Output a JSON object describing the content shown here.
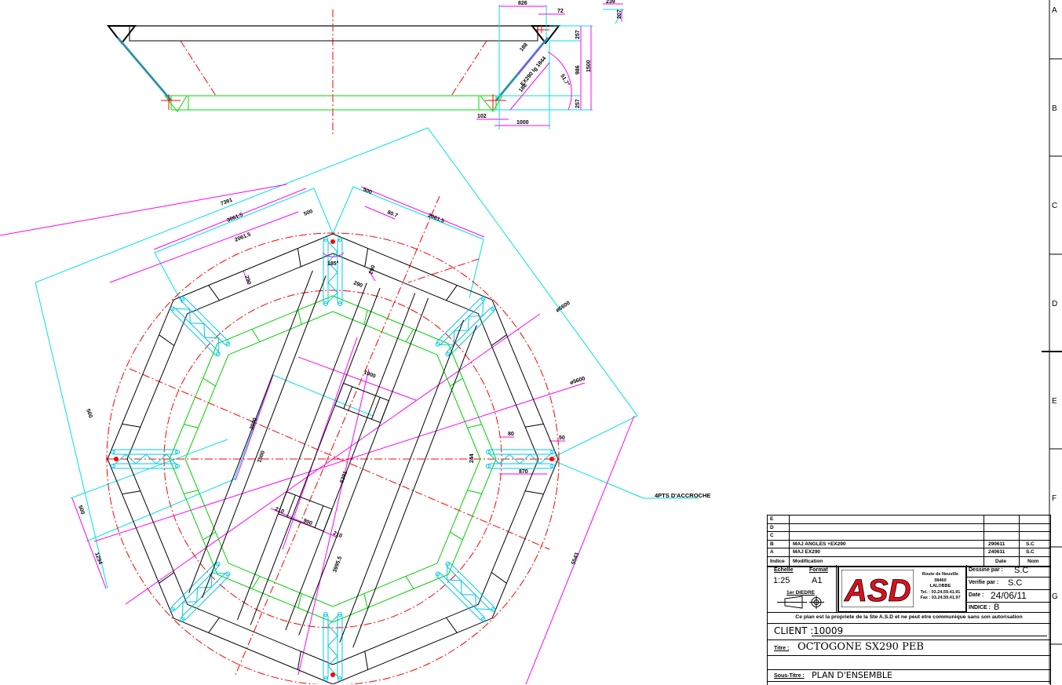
{
  "colors": {
    "structure": "#000000",
    "green_frame": "#00e000",
    "truss": "#00c8e8",
    "axis": "#ff0000",
    "dimension": "#ff00ff",
    "extension": "#00e0e8"
  },
  "border": {
    "zones": [
      "A",
      "B",
      "C",
      "D",
      "E",
      "F",
      "G"
    ]
  },
  "elevation": {
    "dims": [
      "826",
      "72",
      "239",
      "207",
      "257",
      "986",
      "1500",
      "257",
      "102",
      "1000",
      "188",
      "EX290 lg 1844",
      "188",
      "51.7°"
    ]
  },
  "plan": {
    "dims": {
      "d7391": "7391",
      "d3061": "3061.5",
      "d2061a": "2061.5",
      "d500a": "500",
      "d500b": "500",
      "d80_7": "80.7",
      "d2061b": "2061.5",
      "ang185": "185°",
      "d290a": "290",
      "d290b": "290",
      "d290c": "290",
      "dia1": "ø6600",
      "dia2": "ø5600",
      "d1900": "1900",
      "d2000": "2000",
      "d1000": "1000",
      "d6391": "6391",
      "d210a": "210",
      "d900": "900",
      "d210b": "210",
      "d80": "80",
      "d50": "50",
      "d244": "244",
      "d870": "870",
      "d500c": "500",
      "d500d": "500",
      "d1294": "1294",
      "d3995": "3995.5",
      "d5543": "5543"
    },
    "note": "4PTS D'ACCROCHE"
  },
  "title_block": {
    "revisions": [
      {
        "indice": "E",
        "modification": "",
        "date": "",
        "nom": ""
      },
      {
        "indice": "D",
        "modification": "",
        "date": "",
        "nom": ""
      },
      {
        "indice": "C",
        "modification": "",
        "date": "",
        "nom": ""
      },
      {
        "indice": "B",
        "modification": "MAJ ANGLES +EX290",
        "date": "290611",
        "nom": "S.C"
      },
      {
        "indice": "A",
        "modification": "MAJ EX290",
        "date": "240611",
        "nom": "S.C"
      }
    ],
    "headers": {
      "indice": "Indice",
      "modification": "Modification",
      "date": "Date",
      "nom": "Nom"
    },
    "echelle_label": "Echelle",
    "echelle": "1:25",
    "format_label": "Format",
    "format": "A1",
    "diedre": "1er DIEDRE",
    "logo": "ASD",
    "address": [
      "Route de Neuville",
      "08460",
      "LALOBBE",
      "Tel. : 03.24.59.41.91",
      "Fax : 03.24.59.41.97"
    ],
    "dessine_label": "Dessine par :",
    "dessine": "S.C",
    "verifie_label": "Verifie par :",
    "verifie": "S.C",
    "date_label": "Date :",
    "date": "24/06/11",
    "indice_label": "INDICE :",
    "indice": "B",
    "notice": "Ce plan est la propriete de la Ste A.S.D et ne peut etre communique sans son autorisation",
    "client_label": "CLIENT :",
    "client": "10009",
    "titre_label": "Titre :",
    "titre": "OCTOGONE SX290 PEB",
    "sous_titre_label": "Sous-Titre :",
    "sous_titre": "PLAN D'ENSEMBLE"
  }
}
